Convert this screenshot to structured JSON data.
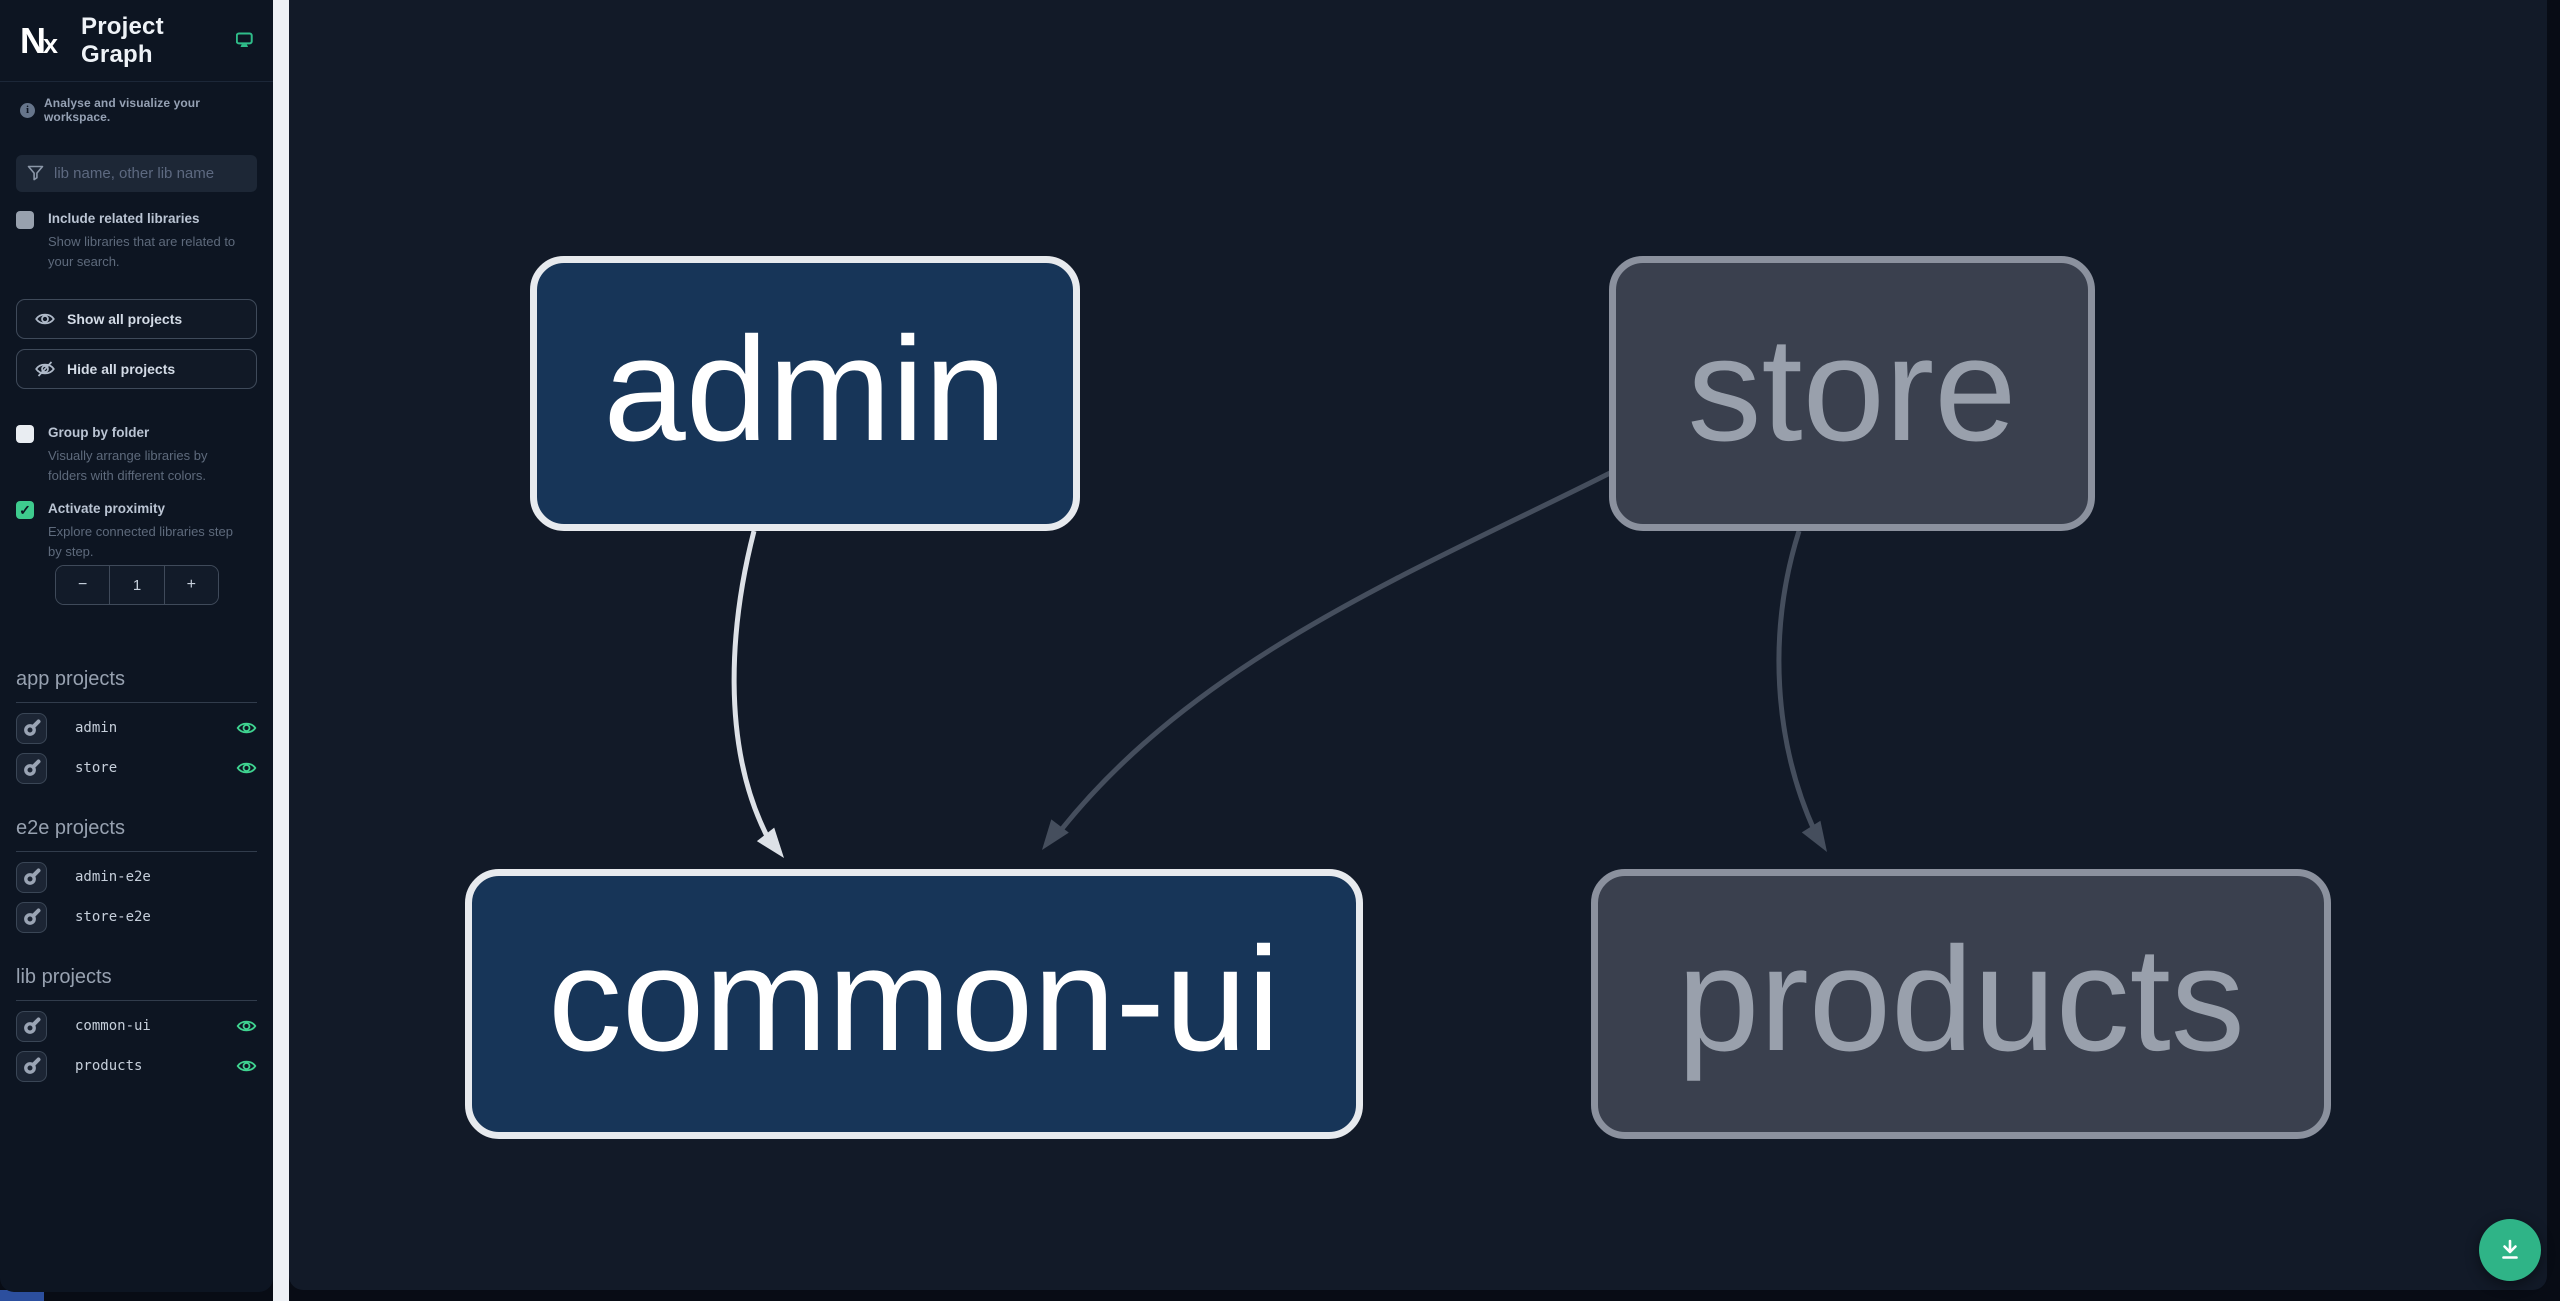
{
  "app": {
    "title": "Project Graph"
  },
  "colors": {
    "accent_green": "#3ecb8e",
    "fab_green": "#2fb487",
    "sidebar_bg": "#0d1522",
    "canvas_bg": "#121a28",
    "divider": "#eef1f5",
    "node_focused_bg": "#173558",
    "node_focused_border": "#e7eaee",
    "node_muted_bg": "#3a404e",
    "node_muted_border": "#8b919e",
    "edge_focused": "#dde1e7",
    "edge_muted": "#454e5d"
  },
  "sidebar": {
    "tagline": "Analyse and visualize your workspace.",
    "search": {
      "placeholder": "lib name, other lib name",
      "value": ""
    },
    "toggles": [
      {
        "label": "Include related libraries",
        "description": "Show libraries that are related to your search.",
        "checked": false,
        "style": "gray",
        "check_glyph": ""
      },
      {
        "label": "Group by folder",
        "description": "Visually arrange libraries by folders with different colors.",
        "checked": false,
        "style": "white",
        "check_glyph": ""
      },
      {
        "label": "Activate proximity",
        "description": "Explore connected libraries step by step.",
        "checked": true,
        "style": "green",
        "check_glyph": "✓"
      }
    ],
    "buttons": [
      {
        "label": "Show all projects",
        "icon": "eye-icon"
      },
      {
        "label": "Hide all projects",
        "icon": "eye-off-icon"
      }
    ],
    "proximity": {
      "minus": "−",
      "value": "1",
      "plus": "+"
    },
    "sections": [
      {
        "title": "app projects",
        "items": [
          {
            "name": "admin",
            "eye": true
          },
          {
            "name": "store",
            "eye": true
          }
        ]
      },
      {
        "title": "e2e projects",
        "items": [
          {
            "name": "admin-e2e",
            "eye": false
          },
          {
            "name": "store-e2e",
            "eye": false
          }
        ]
      },
      {
        "title": "lib projects",
        "items": [
          {
            "name": "common-ui",
            "eye": true
          },
          {
            "name": "products",
            "eye": true
          }
        ]
      }
    ]
  },
  "graph": {
    "nodes": [
      {
        "label": "admin",
        "state": "focused"
      },
      {
        "label": "store",
        "state": "muted"
      },
      {
        "label": "common-ui",
        "state": "focused"
      },
      {
        "label": "products",
        "state": "muted"
      }
    ],
    "edges": [
      {
        "from": "admin",
        "to": "common-ui",
        "state": "focused"
      },
      {
        "from": "store",
        "to": "common-ui",
        "state": "muted"
      },
      {
        "from": "store",
        "to": "products",
        "state": "muted"
      }
    ]
  }
}
